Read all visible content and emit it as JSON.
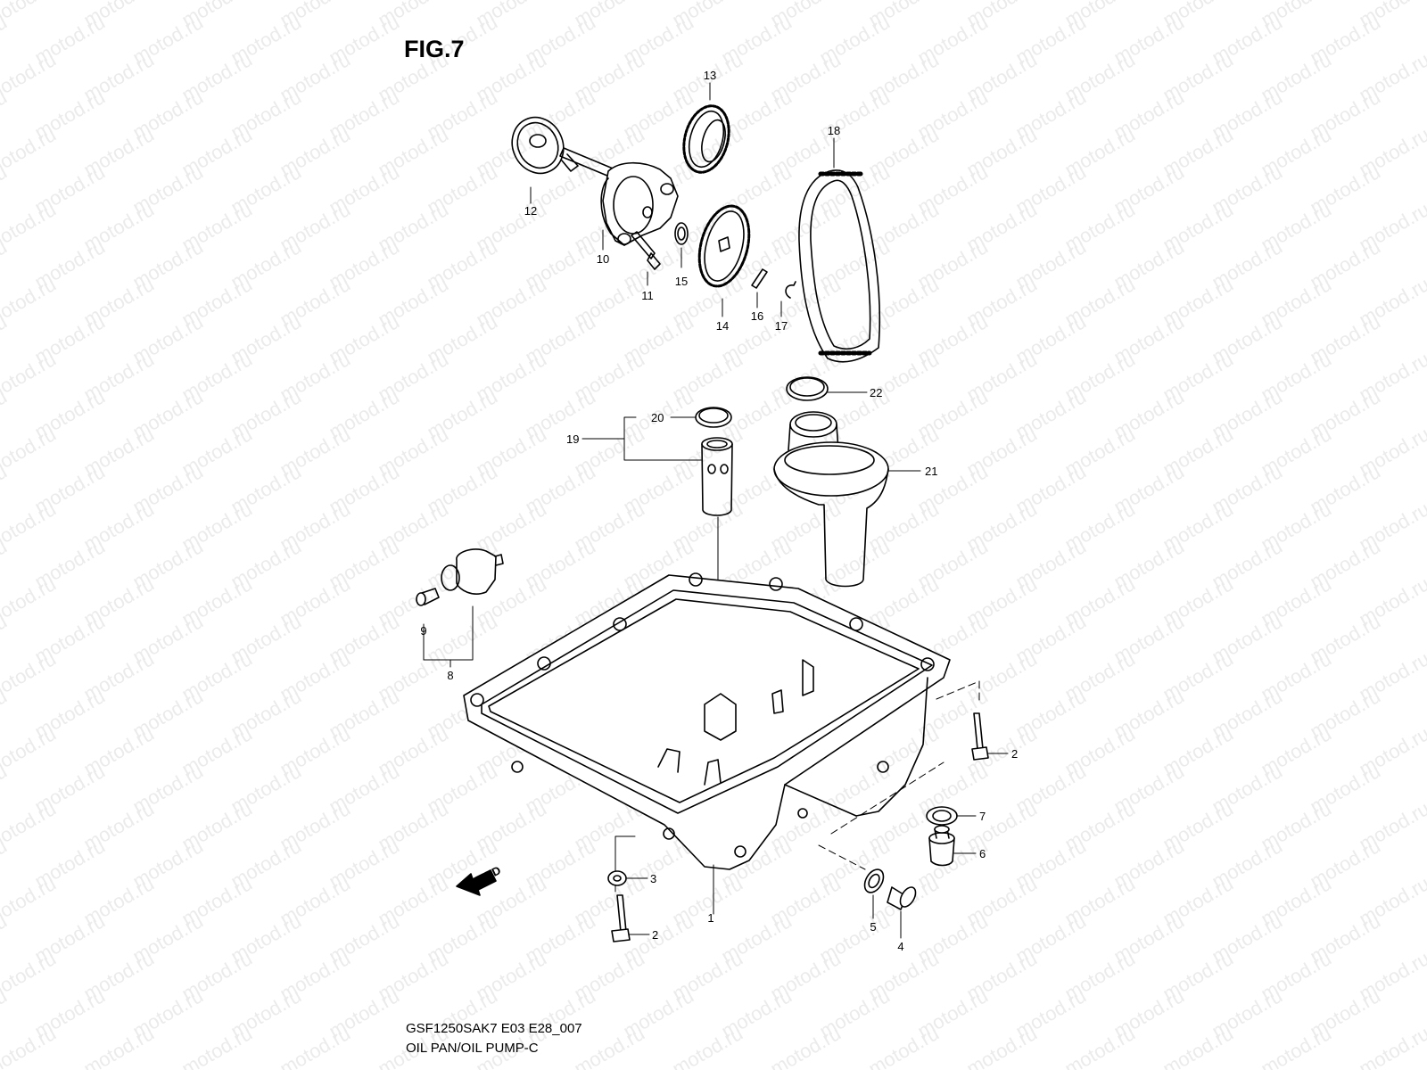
{
  "header": {
    "figure": "FIG.7"
  },
  "watermark": {
    "text": "motod.ru"
  },
  "footer": {
    "code": "GSF1250SAK7 E03 E28_007",
    "title": "OIL PAN/OIL PUMP-C"
  },
  "fwd_label": "FWD",
  "callouts": [
    "1",
    "2",
    "2",
    "3",
    "4",
    "5",
    "6",
    "7",
    "8",
    "9",
    "10",
    "11",
    "12",
    "13",
    "14",
    "15",
    "16",
    "17",
    "18",
    "19",
    "20",
    "21",
    "22"
  ]
}
